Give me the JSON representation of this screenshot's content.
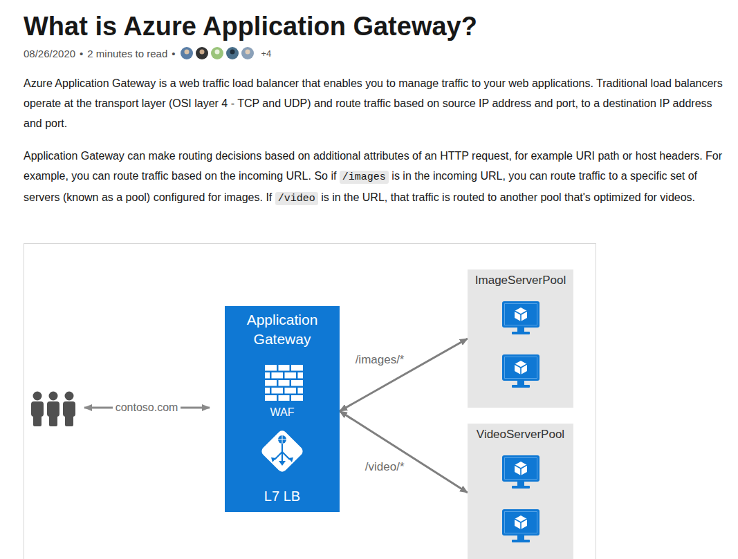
{
  "diagram": {
    "title": "What is Azure Application Gateway?",
    "nodes": [
      {
        "text": [
          "Application Gateway",
          "WAF",
          "L7 LB"
        ]
      },
      {
        "text": [
          "ImageServerPool"
        ]
      },
      {
        "text": [
          "VideoServerPool"
        ]
      }
    ],
    "edges": [
      {
        "from": 0,
        "to": 1,
        "label": "/images/*",
        "arrow": "both"
      },
      {
        "from": 0,
        "to": 2,
        "label": "/video/*",
        "arrow": "both"
      }
    ],
    "labels": [
      "08/26/2020",
      "•",
      "2 minutes to read",
      "•",
      "+4",
      "Azure Application Gateway is a web traffic load balancer that enables you to manage traffic to your web applications. Traditional load balancers operate at the transport layer (OSI layer 4 - TCP and UDP) and route traffic based on source IP address and port, to a destination IP address and port.",
      "Application Gateway can make routing decisions based on additional attributes of an HTTP request, for example URI path or host headers. For example, you can route traffic based on the incoming URL. So if",
      "/images",
      "is in the incoming URL, you can route traffic to a specific set of servers (known as a pool) configured for images. If",
      "/video",
      "is in the URL, that traffic is routed to another pool that's optimized for videos.",
      "contoso.com"
    ]
  }
}
